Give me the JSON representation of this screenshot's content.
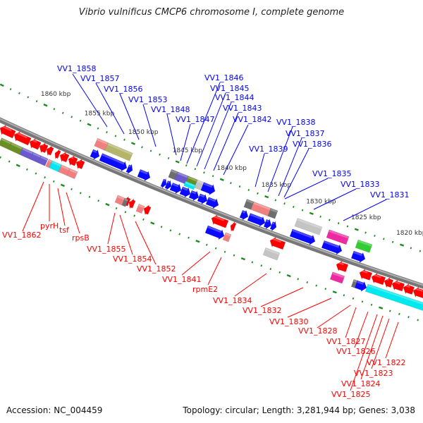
{
  "title": "Vibrio vulnificus CMCP6 chromosome I, complete genome",
  "footer": {
    "accession": "Accession: NC_004459",
    "topology": "Topology: circular; Length: 3,281,944 bp; Genes: 3,038"
  },
  "colors": {
    "forward_label": "#0000ff",
    "reverse_label": "#ff0000",
    "backbone": "#8a8a8a",
    "tick": "#1f8a1f",
    "forward_gene": "#0a0aff",
    "reverse_gene": "#ff0000",
    "light_red": "#f08080",
    "olive": "#b5b56a",
    "dark_olive": "#6b8e23",
    "purple": "#6a5acd",
    "cyan": "#00e8f0",
    "dark_gray": "#6e6e6e",
    "light_gray": "#c4c4c4",
    "magenta": "#ee2aa0",
    "green": "#33cc33"
  },
  "ticks": [
    "1860 kbp",
    "1855 kbp",
    "1850 kbp",
    "1845 kbp",
    "1840 kbp",
    "1835 kbp",
    "1830 kbp",
    "1825 kbp",
    "1820 kbp"
  ],
  "forward_labels": [
    "VV1_1858",
    "VV1_1857",
    "VV1_1856",
    "VV1_1853",
    "VV1_1848",
    "VV1_1847",
    "VV1_1846",
    "VV1_1845",
    "VV1_1844",
    "VV1_1843",
    "VV1_1842",
    "VV1_1839",
    "VV1_1838",
    "VV1_1837",
    "VV1_1836",
    "VV1_1835",
    "VV1_1833",
    "VV1_1831"
  ],
  "reverse_labels": [
    "VV1_1862",
    "pyrH",
    "tsf",
    "rpsB",
    "VV1_1855",
    "VV1_1854",
    "VV1_1852",
    "VV1_1841",
    "rpmE2",
    "VV1_1834",
    "VV1_1832",
    "VV1_1830",
    "VV1_1828",
    "VV1_1827",
    "VV1_1826",
    "VV1_1822",
    "VV1_1823",
    "VV1_1824",
    "VV1_1825"
  ]
}
